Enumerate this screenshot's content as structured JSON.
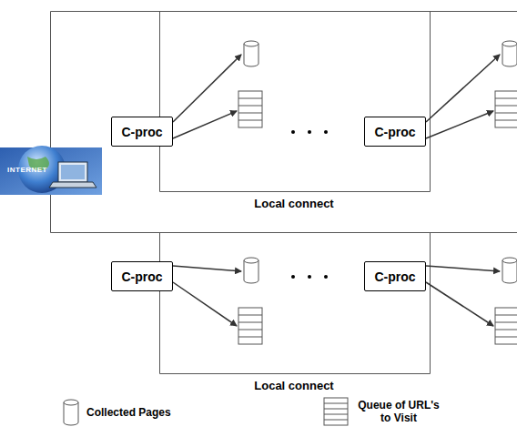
{
  "diagram": {
    "nodes": [
      {
        "text": [
          "C-proc"
        ]
      },
      {
        "text": [
          "C-proc"
        ]
      },
      {
        "text": [
          "C-proc"
        ]
      },
      {
        "text": [
          "C-proc"
        ]
      }
    ],
    "labels": [
      "INTERNET",
      "Local connect",
      "Local connect"
    ],
    "legend": [
      {
        "text": "Collected Pages"
      },
      {
        "text": "Queue of URL's to Visit"
      }
    ]
  }
}
